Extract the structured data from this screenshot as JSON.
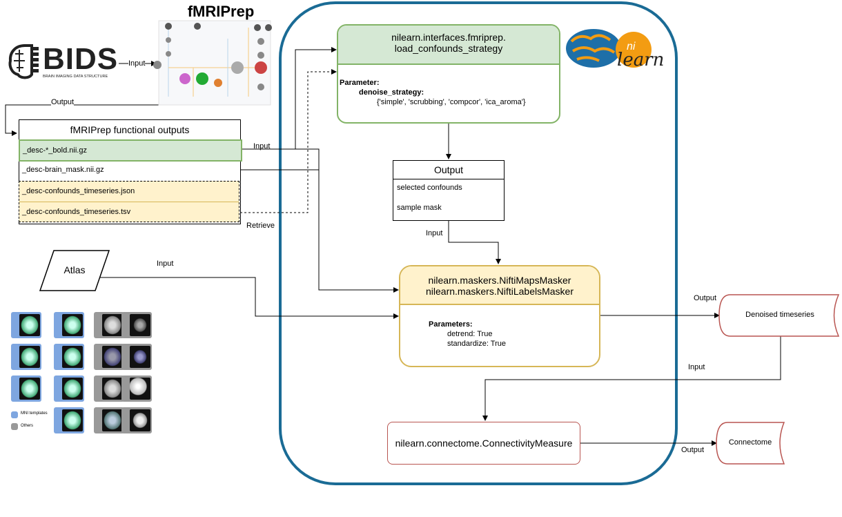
{
  "colors": {
    "container_border": "#1a6b95",
    "green_fill": "#d5e8d4",
    "green_border": "#82b366",
    "yellow_fill": "#fff2cc",
    "yellow_border": "#d6b656",
    "red_border": "#b85450",
    "mni_template": "#7ea6e0",
    "others": "#999999"
  },
  "bids": {
    "logo_text": "BIDS",
    "subtitle": "BRAIN IMAGING DATA STRUCTURE"
  },
  "fmriprep": {
    "title": "fMRIPrep"
  },
  "nilearn_logo": {
    "ni": "ni",
    "learn": "learn"
  },
  "edges": {
    "bids_input": "Input",
    "fmriprep_output": "Output",
    "bold_input": "Input",
    "retrieve": "Retrieve",
    "confounds_output_input": "Input",
    "atlas_input": "Input",
    "denoised_output": "Output",
    "denoised_input": "Input",
    "connectome_output": "Output"
  },
  "functional_outputs": {
    "title": "fMRIPrep functional outputs",
    "rows": [
      "_desc-*_bold.nii.gz",
      "_desc-brain_mask.nii.gz",
      "_desc-confounds_timeseries.json",
      "_desc-confounds_timeseries.tsv"
    ]
  },
  "atlas": {
    "label": "Atlas"
  },
  "atlas_legend": {
    "mni": "MNI templates",
    "others": "Others"
  },
  "load_confounds": {
    "title_line1": "nilearn.interfaces.fmriprep.",
    "title_line2": "load_confounds_strategy",
    "param_heading": "Parameter:",
    "param_name": "denoise_strategy:",
    "param_values": "{'simple', 'scrubbing', 'compcor', 'ica_aroma'}"
  },
  "output_box": {
    "title": "Output",
    "item1": "selected confounds",
    "item2": "sample mask"
  },
  "maskers": {
    "title_line1": "nilearn.maskers.NiftiMapsMasker",
    "title_line2": "nilearn.maskers.NiftiLabelsMasker",
    "param_heading": "Parameters:",
    "param1": "detrend: True",
    "param2": "standardize: True"
  },
  "denoised": {
    "label": "Denoised timeseries"
  },
  "connectivity": {
    "label": "nilearn.connectome.ConnectivityMeasure"
  },
  "connectome": {
    "label": "Connectome"
  }
}
